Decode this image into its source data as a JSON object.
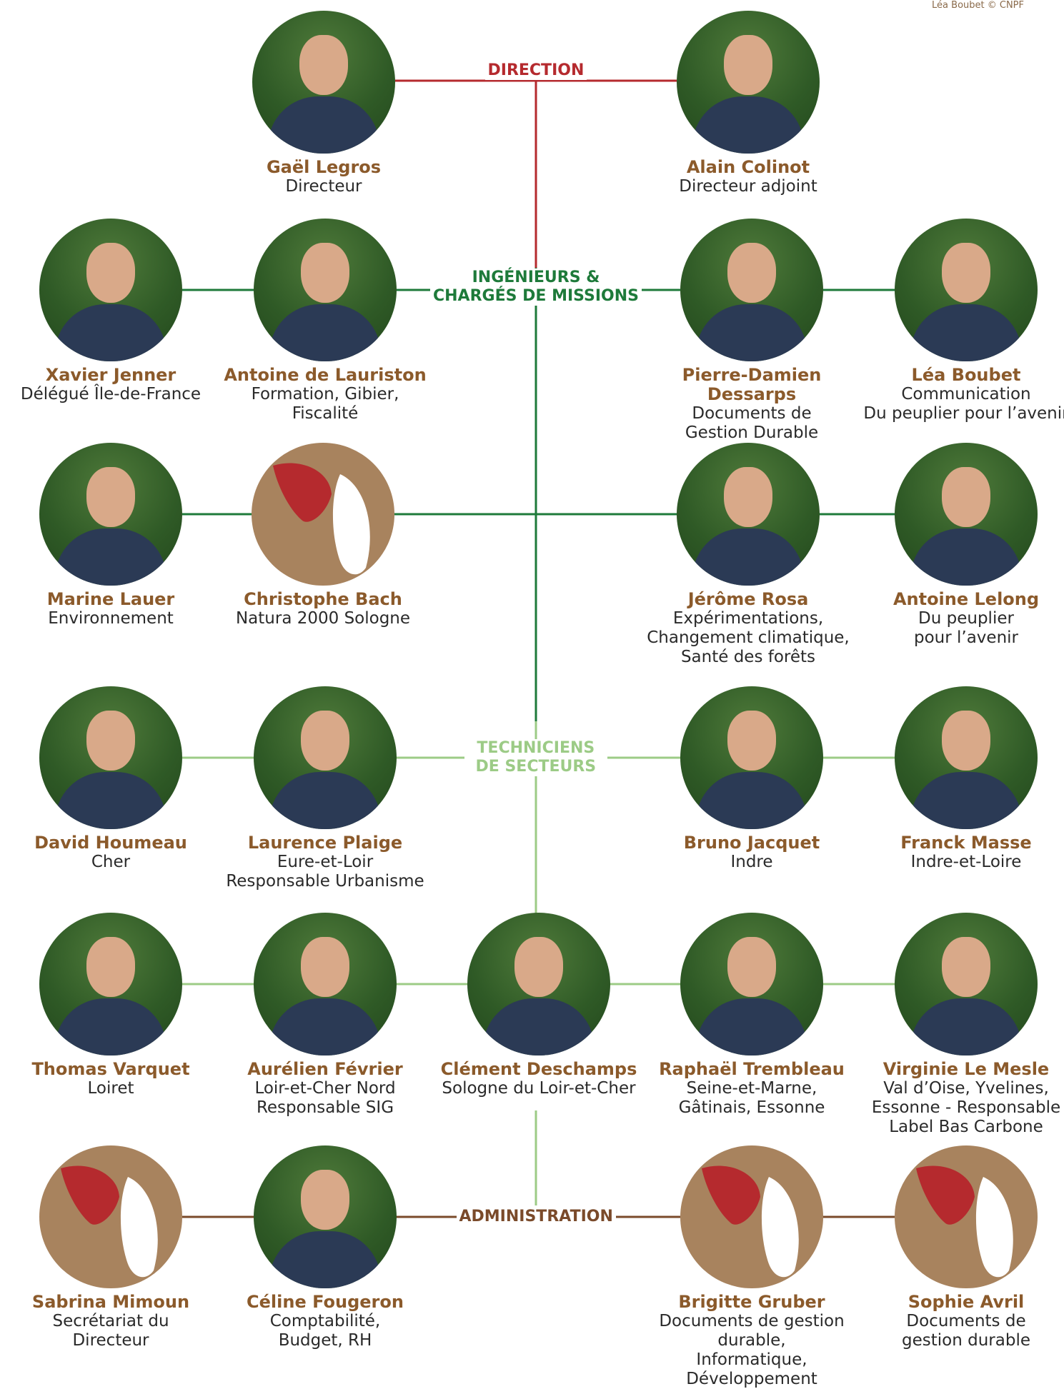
{
  "credit": "Léa Boubet © CNPF",
  "colors": {
    "direction": "#b52a2e",
    "ingenieurs": "#1e7a3a",
    "techniciens": "#9ccb86",
    "administration": "#7a4a2a",
    "name": "#8b5a2b",
    "logo_brown": "#a8835e",
    "logo_red": "#b52a2e"
  },
  "sections": {
    "direction": "DIRECTION",
    "ingenieurs": "INGÉNIEURS &\nCHARGÉS DE MISSIONS",
    "techniciens": "TECHNICIENS\nDE SECTEURS",
    "administration": "ADMINISTRATION"
  },
  "people": [
    {
      "name": "Gaël Legros",
      "role": "Directeur",
      "photo": "portrait"
    },
    {
      "name": "Alain Colinot",
      "role": "Directeur adjoint",
      "photo": "portrait"
    },
    {
      "name": "Xavier Jenner",
      "role": "Délégué Île-de-France",
      "photo": "portrait"
    },
    {
      "name": "Antoine de Lauriston",
      "role": "Formation, Gibier, Fiscalité",
      "photo": "portrait"
    },
    {
      "name": "Pierre-Damien Dessarps",
      "role": "Documents de\nGestion Durable",
      "photo": "portrait"
    },
    {
      "name": "Léa Boubet",
      "role": "Communication\nDu peuplier pour l’avenir",
      "photo": "portrait"
    },
    {
      "name": "Marine Lauer",
      "role": "Environnement",
      "photo": "portrait"
    },
    {
      "name": "Christophe Bach",
      "role": "Natura 2000 Sologne",
      "photo": "logo"
    },
    {
      "name": "Jérôme Rosa",
      "role": "Expérimentations,\nChangement climatique,\nSanté des forêts",
      "photo": "portrait"
    },
    {
      "name": "Antoine Lelong",
      "role": "Du peuplier\npour l’avenir",
      "photo": "portrait"
    },
    {
      "name": "David Houmeau",
      "role": "Cher",
      "photo": "portrait"
    },
    {
      "name": "Laurence Plaige",
      "role": "Eure-et-Loir\nResponsable Urbanisme",
      "photo": "portrait"
    },
    {
      "name": "Bruno Jacquet",
      "role": "Indre",
      "photo": "portrait"
    },
    {
      "name": "Franck Masse",
      "role": "Indre-et-Loire",
      "photo": "portrait"
    },
    {
      "name": "Thomas Varquet",
      "role": "Loiret",
      "photo": "portrait"
    },
    {
      "name": "Aurélien Février",
      "role": "Loir-et-Cher Nord\nResponsable SIG",
      "photo": "portrait"
    },
    {
      "name": "Clément Deschamps",
      "role": "Sologne du Loir-et-Cher",
      "photo": "portrait"
    },
    {
      "name": "Raphaël Trembleau",
      "role": "Seine-et-Marne,\nGâtinais, Essonne",
      "photo": "portrait"
    },
    {
      "name": "Virginie Le Mesle",
      "role": "Val d’Oise, Yvelines,\nEssonne - Responsable\nLabel Bas Carbone",
      "photo": "portrait"
    },
    {
      "name": "Sabrina Mimoun",
      "role": "Secrétariat du\nDirecteur",
      "photo": "logo"
    },
    {
      "name": "Céline Fougeron",
      "role": "Comptabilité,\nBudget, RH",
      "photo": "portrait"
    },
    {
      "name": "Brigitte Gruber",
      "role": "Documents de gestion durable,\nInformatique, Développement",
      "photo": "logo"
    },
    {
      "name": "Sophie Avril",
      "role": "Documents de\ngestion durable",
      "photo": "logo"
    }
  ]
}
